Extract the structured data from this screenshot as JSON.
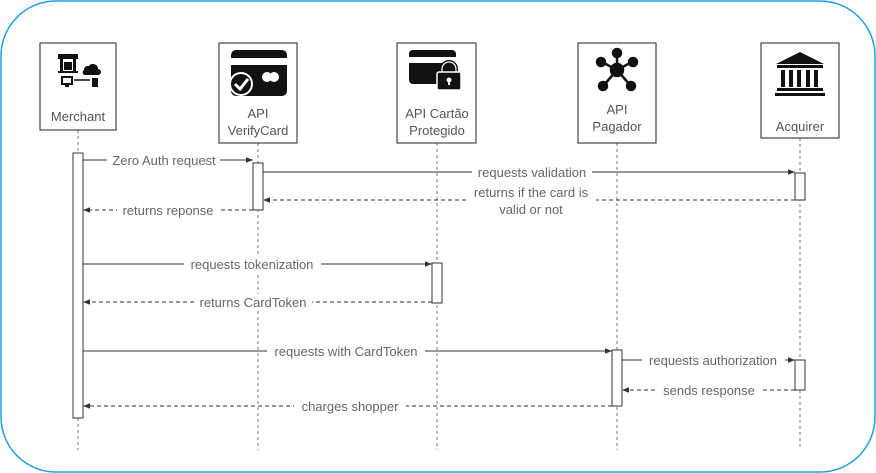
{
  "participants": [
    {
      "id": "merchant",
      "label": [
        "Merchant"
      ],
      "icon": "merchant-store-icon"
    },
    {
      "id": "verifycard",
      "label": [
        "API",
        "VerifyCard"
      ],
      "icon": "credit-card-check-icon"
    },
    {
      "id": "cartao",
      "label": [
        "API Cartão",
        "Protegido"
      ],
      "icon": "credit-card-lock-icon"
    },
    {
      "id": "pagador",
      "label": [
        "API",
        "Pagador"
      ],
      "icon": "network-hub-icon"
    },
    {
      "id": "acquirer",
      "label": [
        "Acquirer"
      ],
      "icon": "bank-icon"
    }
  ],
  "messages": [
    {
      "id": "zero-auth",
      "label": [
        "Zero Auth request"
      ],
      "style": "solid"
    },
    {
      "id": "requests-validation",
      "label": [
        "requests validation"
      ],
      "style": "solid"
    },
    {
      "id": "returns-if-valid",
      "label": [
        "returns if the card is",
        "valid or not"
      ],
      "style": "dashed"
    },
    {
      "id": "returns-reponse",
      "label": [
        "returns reponse"
      ],
      "style": "dashed"
    },
    {
      "id": "requests-tokenization",
      "label": [
        "requests tokenization"
      ],
      "style": "solid"
    },
    {
      "id": "returns-cardtoken",
      "label": [
        "returns CardToken"
      ],
      "style": "dashed"
    },
    {
      "id": "requests-with-cardtoken",
      "label": [
        "requests with CardToken"
      ],
      "style": "solid"
    },
    {
      "id": "requests-authorization",
      "label": [
        "requests authorization"
      ],
      "style": "solid"
    },
    {
      "id": "sends-response",
      "label": [
        "sends response"
      ],
      "style": "dashed"
    },
    {
      "id": "charges-shopper",
      "label": [
        "charges shopper"
      ],
      "style": "dashed"
    }
  ],
  "colors": {
    "frame": "#1ba1e2",
    "line": "#333333",
    "lifeline": "#777777",
    "text": "#666666",
    "box_border": "#222222"
  }
}
